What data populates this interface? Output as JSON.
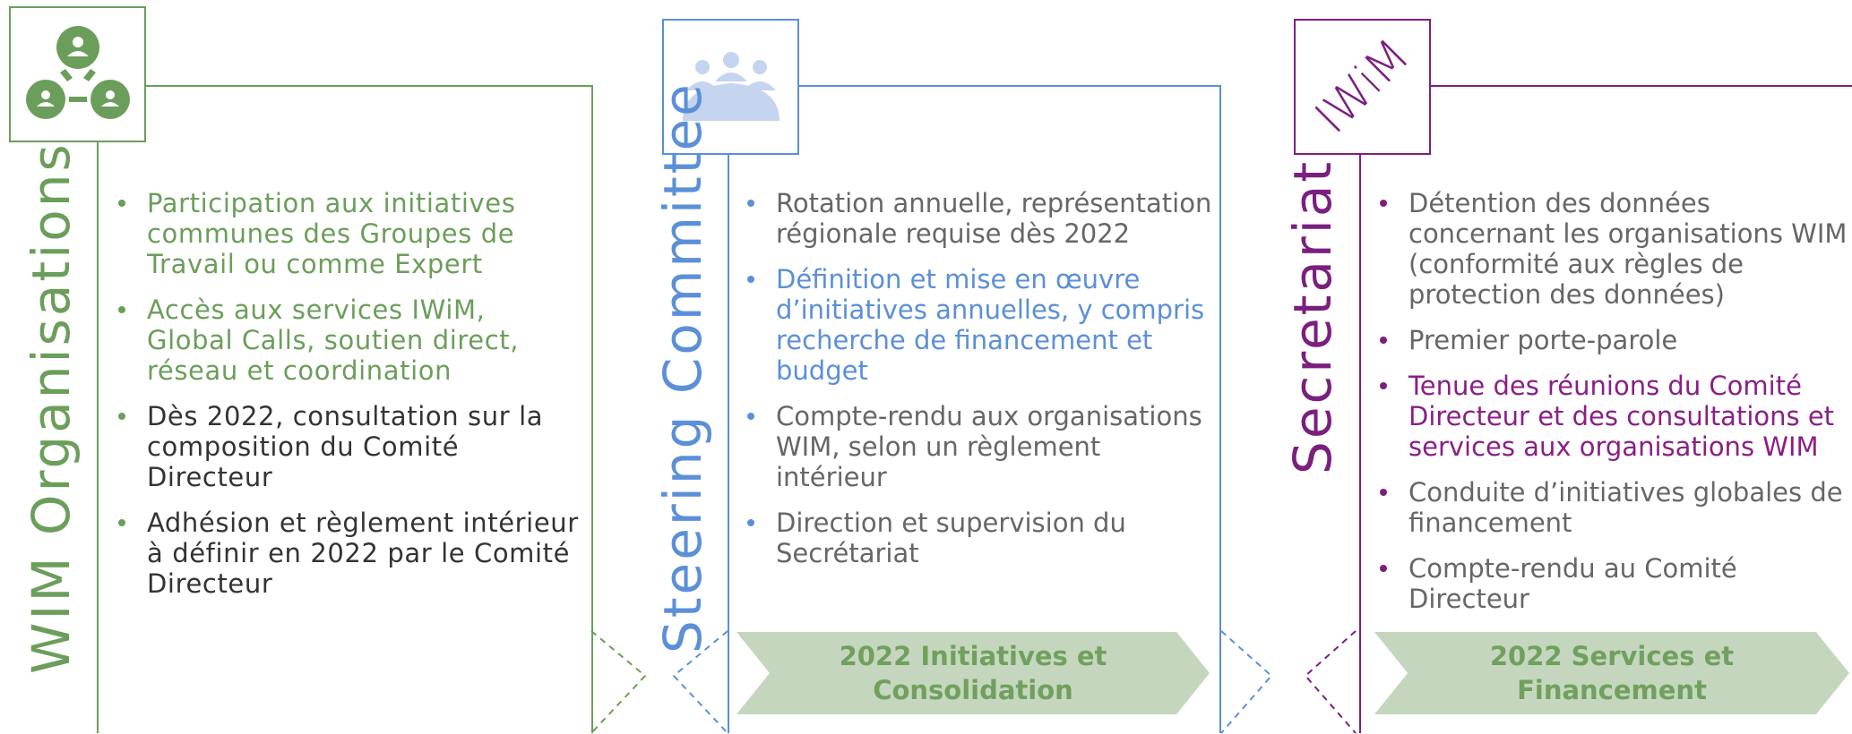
{
  "columns": [
    {
      "title": "WIM Organisations",
      "color": "#6b9e5a",
      "icon": "group-network-icon",
      "bullets": [
        {
          "text": "Participation aux initiatives communes des Groupes de Travail ou comme Expert",
          "color": "#6b9e5a"
        },
        {
          "text": "Accès aux services IWiM, Global Calls, soutien direct, réseau et coordination",
          "color": "#6b9e5a"
        },
        {
          "text": "Dès 2022, consultation sur la composition du Comité Directeur",
          "color": "#333333"
        },
        {
          "text": "Adhésion et règlement intérieur à définir en 2022 par le Comité Directeur",
          "color": "#333333"
        }
      ]
    },
    {
      "title": "Steering Committee",
      "color": "#5b8fd9",
      "icon": "meeting-table-icon",
      "bullets": [
        {
          "text": "Rotation annuelle, représentation régionale requise dès 2022",
          "color": "#666666"
        },
        {
          "text": "Définition et mise en œuvre d’initiatives annuelles, y compris recherche de financement et budget",
          "color": "#5b8fd9"
        },
        {
          "text": "Compte-rendu aux organisations WIM, selon un règlement intérieur",
          "color": "#666666"
        },
        {
          "text": "Direction et supervision du Secrétariat",
          "color": "#666666"
        }
      ],
      "banner": "2022 Initiatives et Consolidation"
    },
    {
      "title": "Secretariat",
      "color": "#7b1f7f",
      "icon": "iwim-logo-icon",
      "logo_text": "IWiM",
      "bullets": [
        {
          "text": "Détention des données concernant les organisations WIM (conformité aux règles de protection des données)",
          "color": "#666666"
        },
        {
          "text": "Premier porte-parole",
          "color": "#666666"
        },
        {
          "text": "Tenue des réunions du Comité Directeur et des consultations et services aux organisations WIM",
          "color": "#8a1f86"
        },
        {
          "text": "Conduite d’initiatives globales de financement",
          "color": "#666666"
        },
        {
          "text": "Compte-rendu au Comité Directeur",
          "color": "#666666"
        }
      ],
      "banner": "2022 Services et Financement"
    }
  ],
  "banner_color": "#c5d6be",
  "banner_text_color": "#70a05d"
}
